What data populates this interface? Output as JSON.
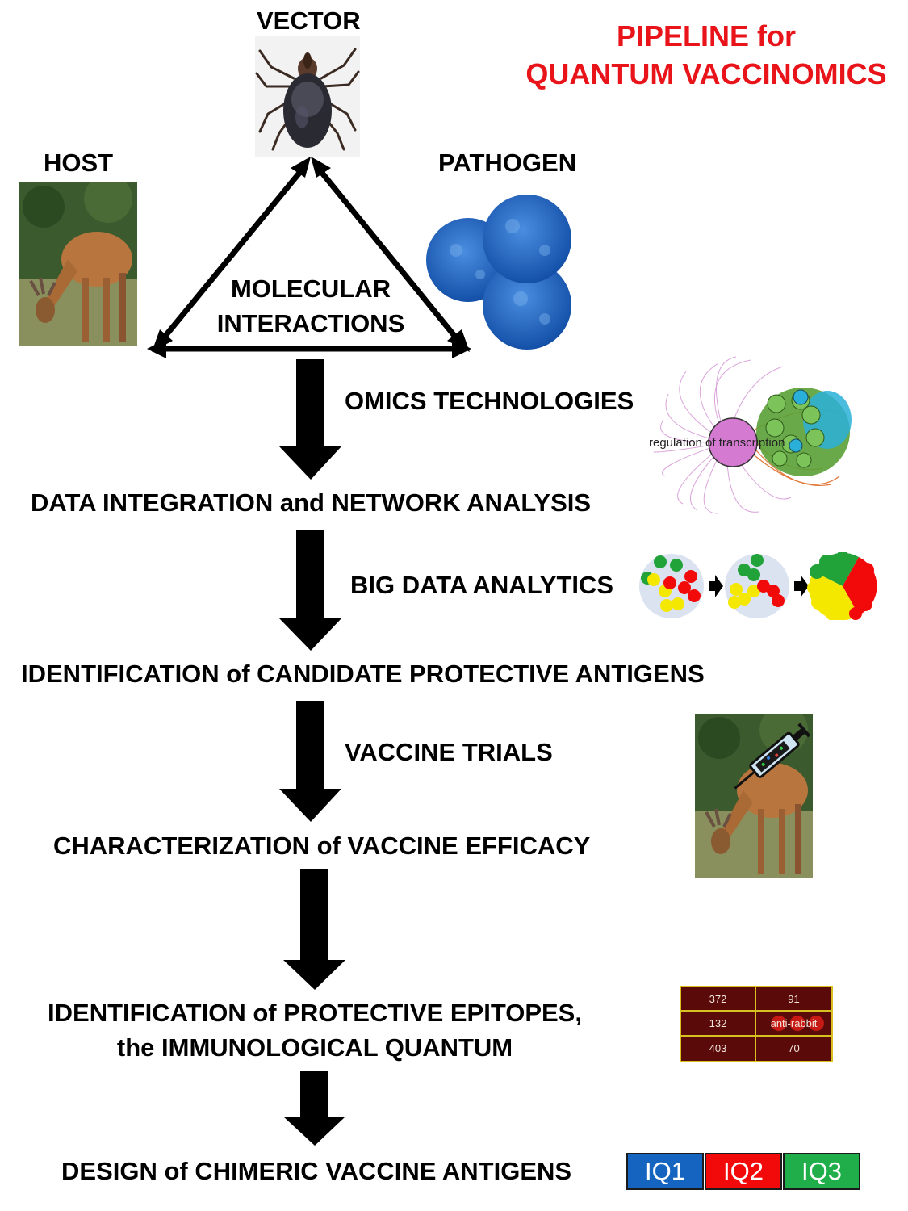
{
  "title": {
    "line1": "PIPELINE for",
    "line2": "QUANTUM VACCINOMICS"
  },
  "triangle": {
    "vector": "VECTOR",
    "host": "HOST",
    "pathogen": "PATHOGEN",
    "center_line1": "MOLECULAR",
    "center_line2": "INTERACTIONS"
  },
  "steps": {
    "omics": "OMICS TECHNOLOGIES",
    "big_data": "BIG DATA ANALYTICS",
    "trials": "VACCINE TRIALS"
  },
  "stages": {
    "integration": "DATA INTEGRATION and NETWORK ANALYSIS",
    "antigens": "IDENTIFICATION of CANDIDATE PROTECTIVE ANTIGENS",
    "efficacy": "CHARACTERIZATION of VACCINE EFFICACY",
    "epitopes_line1": "IDENTIFICATION of PROTECTIVE EPITOPES,",
    "epitopes_line2": "the IMMUNOLOGICAL QUANTUM",
    "design": "DESIGN of CHIMERIC VACCINE ANTIGENS"
  },
  "network": {
    "hub_label": "regulation of transcription"
  },
  "array": {
    "cells": [
      "372",
      "91",
      "132",
      "anti-rabbit",
      "403",
      "70"
    ]
  },
  "chimera": {
    "segments": [
      {
        "label": "IQ1",
        "color": "#1565c0"
      },
      {
        "label": "IQ2",
        "color": "#f20a0a"
      },
      {
        "label": "IQ3",
        "color": "#1fae49"
      }
    ]
  },
  "colors": {
    "title": "#e8141a",
    "arrow": "#000000"
  }
}
